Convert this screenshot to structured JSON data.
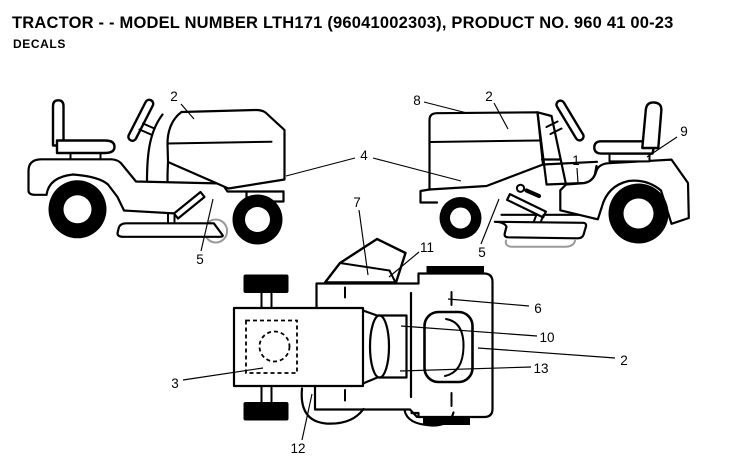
{
  "header": {
    "title": "TRACTOR - - MODEL NUMBER LTH171 (96041002303), PRODUCT NO. 960 41 00-23",
    "subtitle": "DECALS"
  },
  "figure": {
    "description_views": [
      "left-side-view",
      "right-side-view",
      "top-view"
    ],
    "callouts": {
      "c2a": "2",
      "c5a": "5",
      "c4": "4",
      "c8": "8",
      "c2b": "2",
      "c9": "9",
      "c1": "1",
      "c5b": "5",
      "c7": "7",
      "c11": "11",
      "c3": "3",
      "c12": "12",
      "c6": "6",
      "c10": "10",
      "c13": "13",
      "c2c": "2"
    }
  },
  "colors": {
    "ink": "#000000",
    "paper": "#ffffff",
    "shadow": "#9a9a9a"
  }
}
